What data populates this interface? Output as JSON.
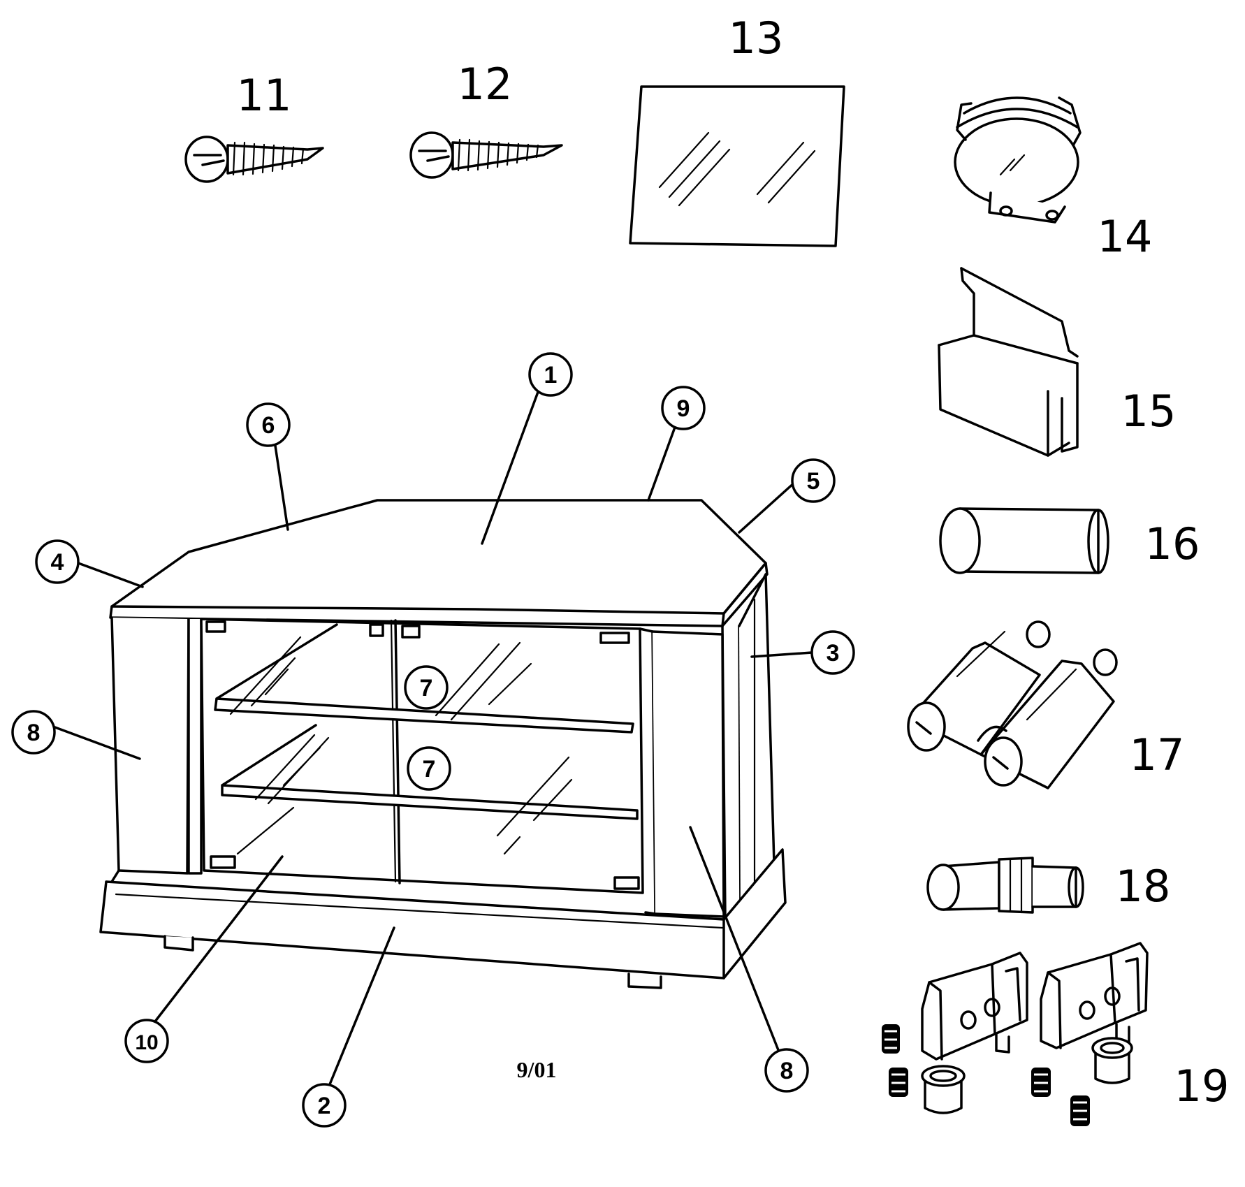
{
  "diagram": {
    "part_numbers": {
      "p11": "11",
      "p12": "12",
      "p13": "13",
      "p14": "14",
      "p15": "15",
      "p16": "16",
      "p17": "17",
      "p18": "18",
      "p19": "19"
    },
    "callouts": {
      "c1": "1",
      "c2": "2",
      "c3": "3",
      "c4": "4",
      "c5": "5",
      "c6": "6",
      "c7a": "7",
      "c7b": "7",
      "c8a": "8",
      "c8b": "8",
      "c9": "9",
      "c10": "10"
    },
    "date_code": "9/01"
  }
}
